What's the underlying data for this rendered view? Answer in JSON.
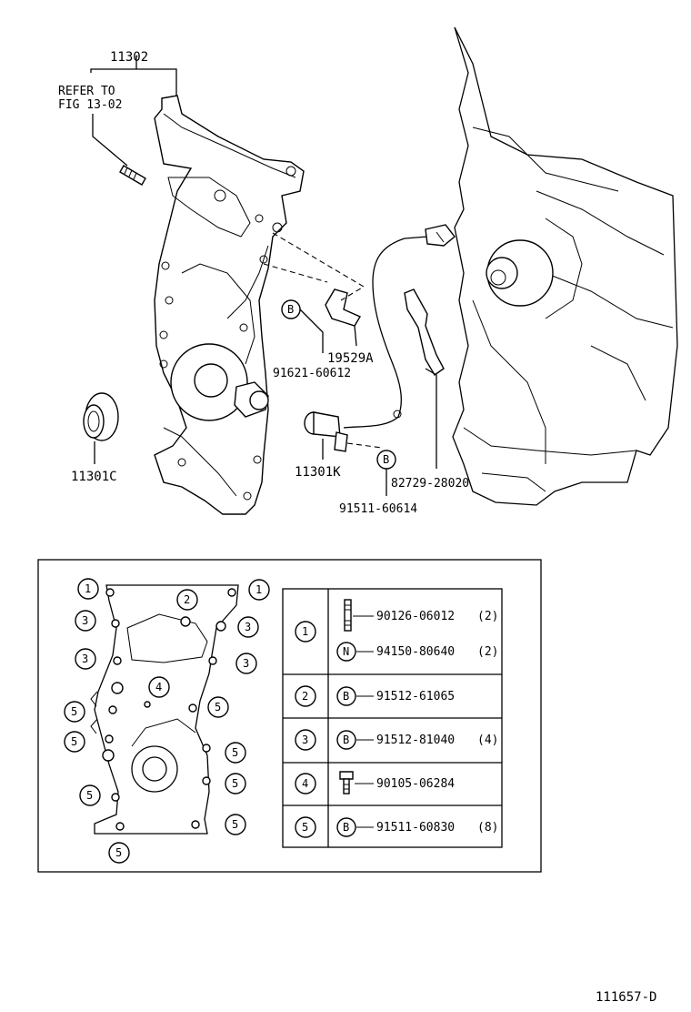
{
  "labels": {
    "p11302": "11302",
    "refer1": "REFER TO",
    "refer2": "FIG 13-02",
    "p11301C": "11301C",
    "p19529A": "19529A",
    "p91621": "91621-60612",
    "p11301K": "11301K",
    "p82729": "82729-28020",
    "p91511": "91511-60614",
    "marker_b": "B",
    "figure_id": "111657-D"
  },
  "legend": {
    "rows": [
      {
        "key": "1",
        "symbol": "stud",
        "part": "90126-06012",
        "qty": "(2)"
      },
      {
        "key": "1",
        "symbol": "N",
        "part": "94150-80640",
        "qty": "(2)"
      },
      {
        "key": "2",
        "symbol": "B",
        "part": "91512-61065",
        "qty": ""
      },
      {
        "key": "3",
        "symbol": "B",
        "part": "91512-81040",
        "qty": "(4)"
      },
      {
        "key": "4",
        "symbol": "bolt",
        "part": "90105-06284",
        "qty": ""
      },
      {
        "key": "5",
        "symbol": "B",
        "part": "91511-60830",
        "qty": "(8)"
      }
    ]
  },
  "bolt_callouts": [
    "1",
    "1",
    "2",
    "3",
    "3",
    "3",
    "3",
    "4",
    "5",
    "5",
    "5",
    "5",
    "5",
    "5",
    "5",
    "5"
  ]
}
